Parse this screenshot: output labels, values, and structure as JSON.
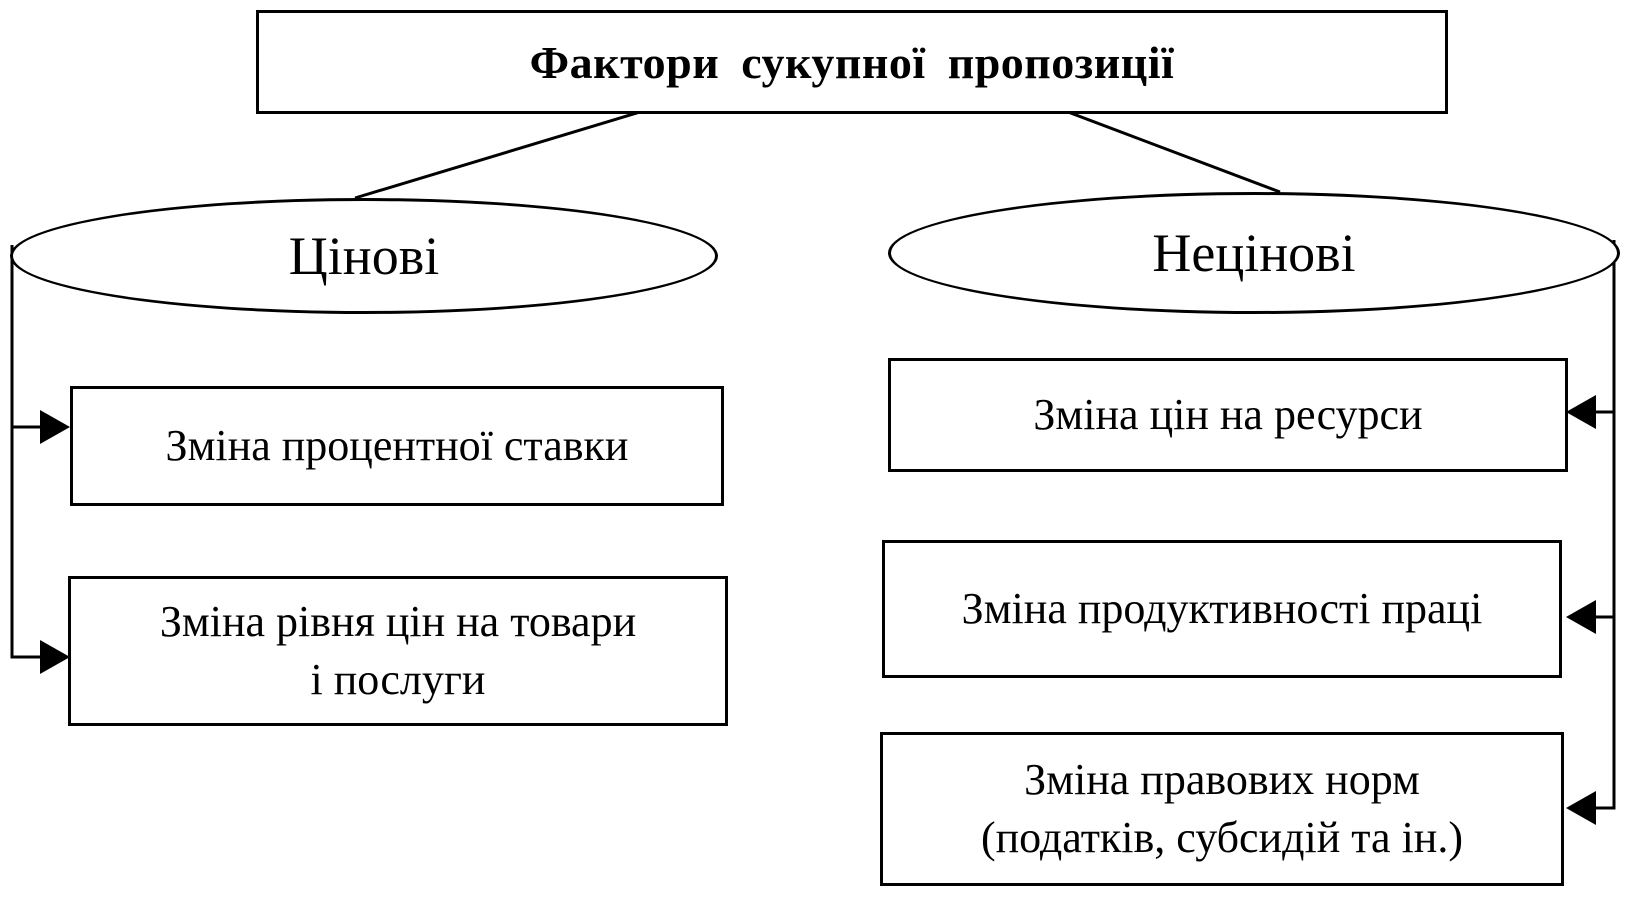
{
  "diagram": {
    "title": "Фактори  сукупної  пропозиції",
    "left_branch": {
      "label": "Цінові",
      "items": [
        {
          "lines": [
            "Зміна процентної ставки"
          ]
        },
        {
          "lines": [
            "Зміна рівня цін на товари",
            "і послуги"
          ]
        }
      ]
    },
    "right_branch": {
      "label": "Нецінові",
      "items": [
        {
          "lines": [
            "Зміна цін на ресурси"
          ]
        },
        {
          "lines": [
            "Зміна продуктивності праці"
          ]
        },
        {
          "lines": [
            "Зміна правових норм",
            "(податків, субсидій та ін.)"
          ]
        }
      ]
    }
  }
}
